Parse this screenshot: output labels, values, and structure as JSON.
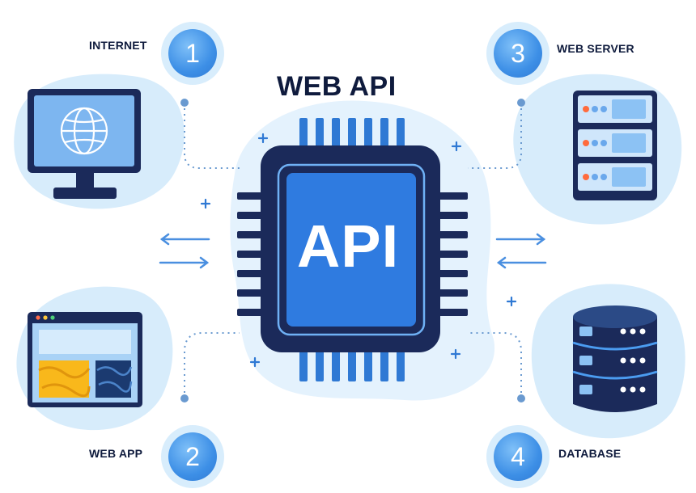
{
  "title": "WEB API",
  "center": {
    "label": "API"
  },
  "nodes": [
    {
      "number": "1",
      "label": "INTERNET",
      "icon": "globe-monitor-icon"
    },
    {
      "number": "2",
      "label": "WEB APP",
      "icon": "browser-window-icon"
    },
    {
      "number": "3",
      "label": "WEB SERVER",
      "icon": "server-rack-icon"
    },
    {
      "number": "4",
      "label": "DATABASE",
      "icon": "database-stack-icon"
    }
  ],
  "colors": {
    "navy": "#1b2a5a",
    "blue": "#2f79d4",
    "light_blue": "#d6ecfb",
    "chip_blue": "#2f7be0"
  }
}
